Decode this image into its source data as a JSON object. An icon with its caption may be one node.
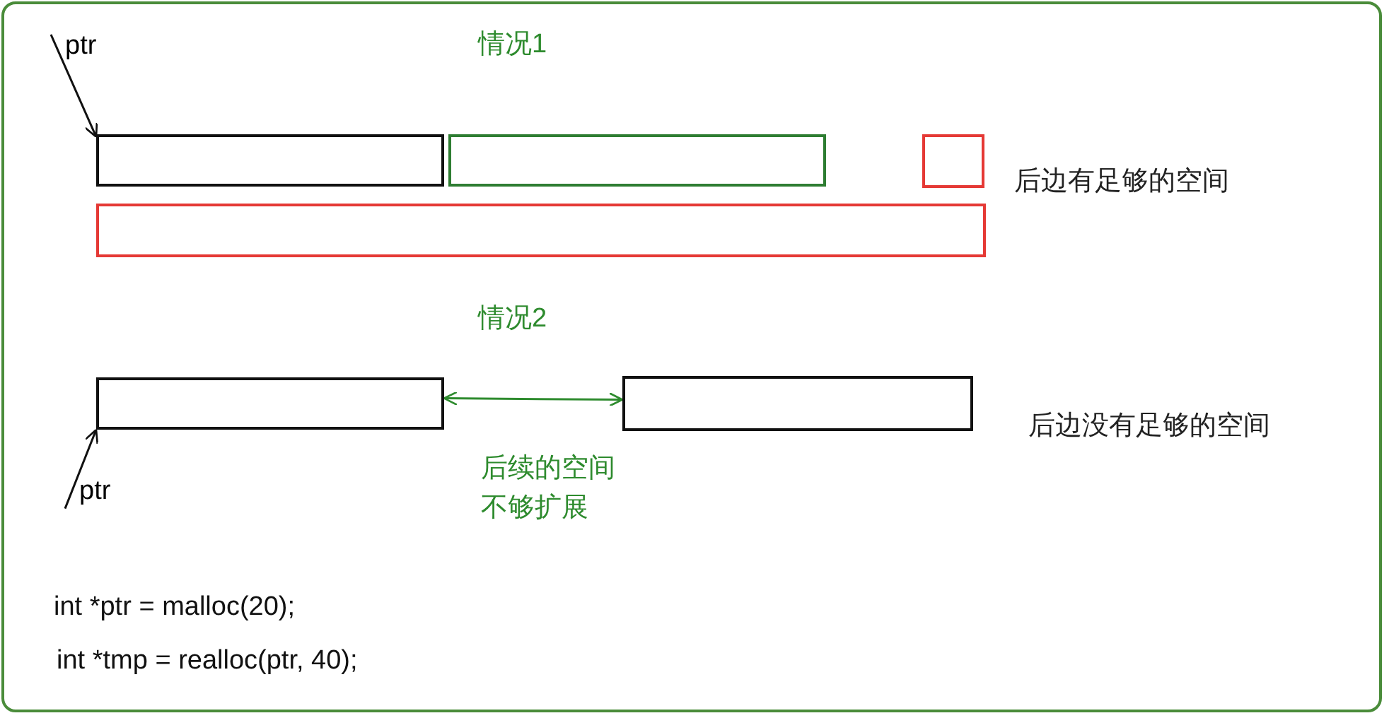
{
  "diagram": {
    "nodes": [
      {
        "text": [
          "ptr"
        ]
      },
      {
        "text": [],
        "shape": "box"
      },
      {
        "text": [],
        "shape": "box"
      },
      {
        "text": [],
        "shape": "box"
      },
      {
        "text": [],
        "shape": "box"
      },
      {
        "text": [
          "ptr"
        ]
      },
      {
        "text": [],
        "shape": "box"
      },
      {
        "text": [],
        "shape": "box"
      }
    ],
    "edges": [
      {
        "from": 0,
        "to": 1,
        "arrow": "to"
      },
      {
        "from": 5,
        "to": 6,
        "arrow": "to"
      },
      {
        "from": 6,
        "to": 7,
        "arrow": "both",
        "label": "后续的空间不够扩展",
        "color": "#2e8b2e"
      }
    ],
    "labels": [
      "情况1",
      "后边有足够的空间",
      "情况2",
      "后边没有足够的空间",
      "int *ptr = malloc(20);",
      "int *tmp = realloc(ptr, 40);"
    ]
  }
}
